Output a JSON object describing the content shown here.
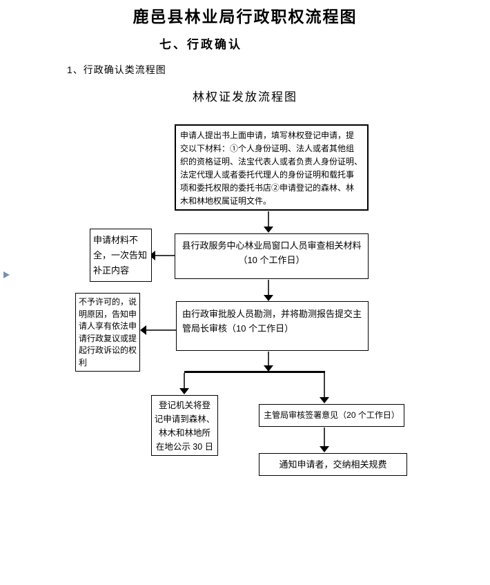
{
  "document": {
    "title": "鹿邑县林业局行政职权流程图",
    "section_heading": "七、行政确认",
    "subsection_heading": "1、行政确认类流程图",
    "flowchart_title": "林权证发放流程图"
  },
  "flowchart": {
    "nodes": {
      "apply": "申请人提出书上面申请，填写林权登记申请，提\n交以下材料：①个人身份证明、法人或者其他组\n织的资格证明、法宝代表人或者负责人身份证明、\n法定代理人或者委托代理人的身份证明和载托事\n项和委托权限的委托书店②申请登记的森林、林\n木和林地权属证明文件。",
      "review": "县行政服务中心林业局窗口人员审查相关材料\n（10 个工作日）",
      "incomplete_notice": "申请材料不\n全，一次告知\n补正内容",
      "survey": "由行政审批股人员勘测，并将勘测报告提交主\n管局长审核（10 个工作日）",
      "denial_rights": "不予许可的，说\n明原因，告知申\n请人享有依法申\n请行政复议或提\n起行政诉讼的权\n利",
      "public_notice": "登记机关将登\n记申请到森林、\n林木和林地所\n在地公示 30 日",
      "director_sign": "主管局审核签署意见（20 个工作日）",
      "notify_fee": "通知申请者，交纳相关规费"
    }
  },
  "colors": {
    "marker_blue": "#7493b3",
    "line_black": "#000000"
  }
}
